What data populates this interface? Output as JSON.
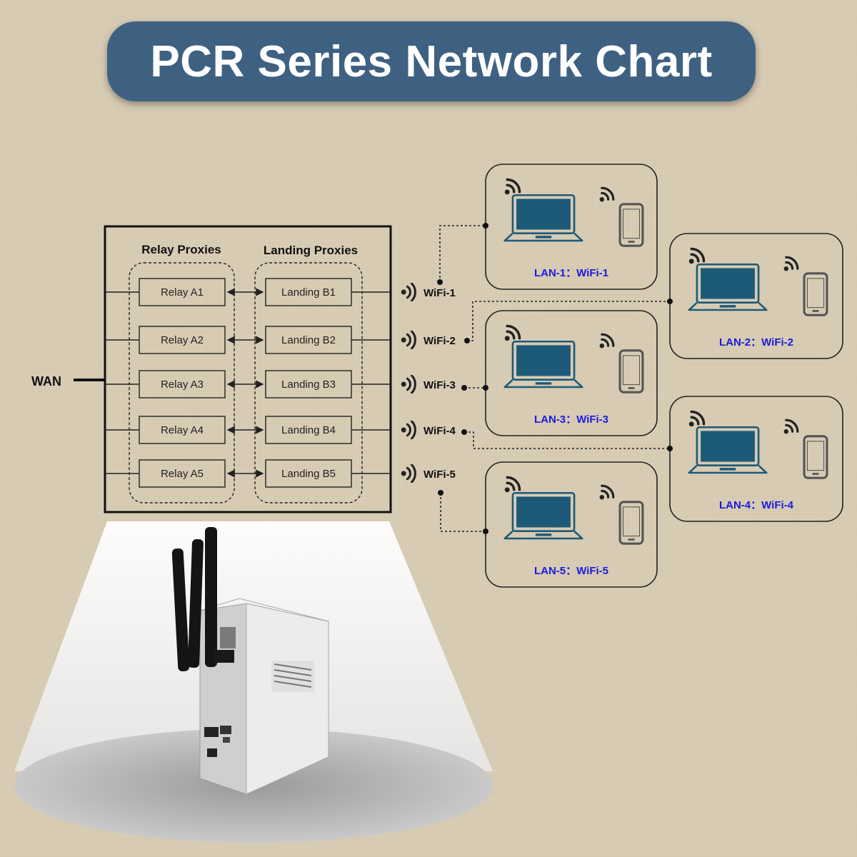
{
  "title": "PCR Series Network Chart",
  "wan_label": "WAN",
  "relay_group_label": "Relay Proxies",
  "landing_group_label": "Landing Proxies",
  "relays": [
    "Relay A1",
    "Relay A2",
    "Relay A3",
    "Relay A4",
    "Relay A5"
  ],
  "landings": [
    "Landing B1",
    "Landing B2",
    "Landing B3",
    "Landing B4",
    "Landing B5"
  ],
  "wifi": [
    "WiFi-1",
    "WiFi-2",
    "WiFi-3",
    "WiFi-4",
    "WiFi-5"
  ],
  "lans": [
    "LAN-1：WiFi-1",
    "LAN-2：WiFi-2",
    "LAN-3：WiFi-3",
    "LAN-4：WiFi-4",
    "LAN-5：WiFi-5"
  ],
  "colors": {
    "banner": "#3e6182",
    "laptop_screen": "#1d5a78",
    "lan_label": "#1a1adc",
    "phone": "#555555"
  }
}
